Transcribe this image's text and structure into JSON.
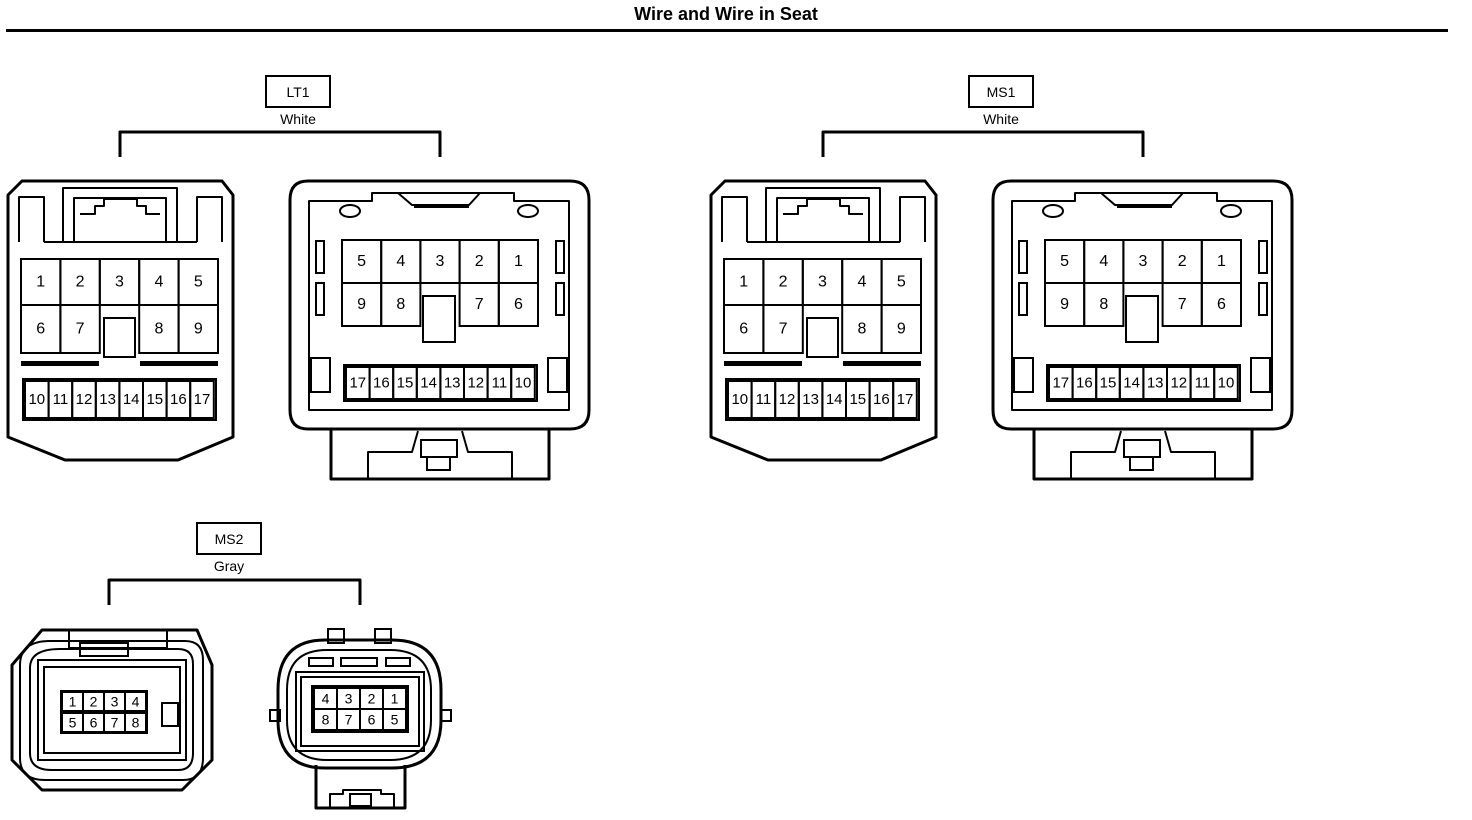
{
  "title": "Wire and Wire in Seat",
  "connectors": [
    {
      "id": "LT1",
      "color": "White",
      "left": {
        "top_row": [
          "1",
          "2",
          "3",
          "4",
          "5"
        ],
        "mid_row": [
          "6",
          "7",
          "8",
          "9"
        ],
        "bottom_row": [
          "10",
          "11",
          "12",
          "13",
          "14",
          "15",
          "16",
          "17"
        ]
      },
      "right": {
        "top_row": [
          "5",
          "4",
          "3",
          "2",
          "1"
        ],
        "mid_row": [
          "9",
          "8",
          "7",
          "6"
        ],
        "bottom_row": [
          "17",
          "16",
          "15",
          "14",
          "13",
          "12",
          "11",
          "10"
        ]
      }
    },
    {
      "id": "MS1",
      "color": "White",
      "left": {
        "top_row": [
          "1",
          "2",
          "3",
          "4",
          "5"
        ],
        "mid_row": [
          "6",
          "7",
          "8",
          "9"
        ],
        "bottom_row": [
          "10",
          "11",
          "12",
          "13",
          "14",
          "15",
          "16",
          "17"
        ]
      },
      "right": {
        "top_row": [
          "5",
          "4",
          "3",
          "2",
          "1"
        ],
        "mid_row": [
          "9",
          "8",
          "7",
          "6"
        ],
        "bottom_row": [
          "17",
          "16",
          "15",
          "14",
          "13",
          "12",
          "11",
          "10"
        ]
      }
    },
    {
      "id": "MS2",
      "color": "Gray",
      "left": {
        "top_row": [
          "1",
          "2",
          "3",
          "4"
        ],
        "bottom_row": [
          "5",
          "6",
          "7",
          "8"
        ]
      },
      "right": {
        "top_row": [
          "4",
          "3",
          "2",
          "1"
        ],
        "bottom_row": [
          "8",
          "7",
          "6",
          "5"
        ]
      }
    }
  ]
}
